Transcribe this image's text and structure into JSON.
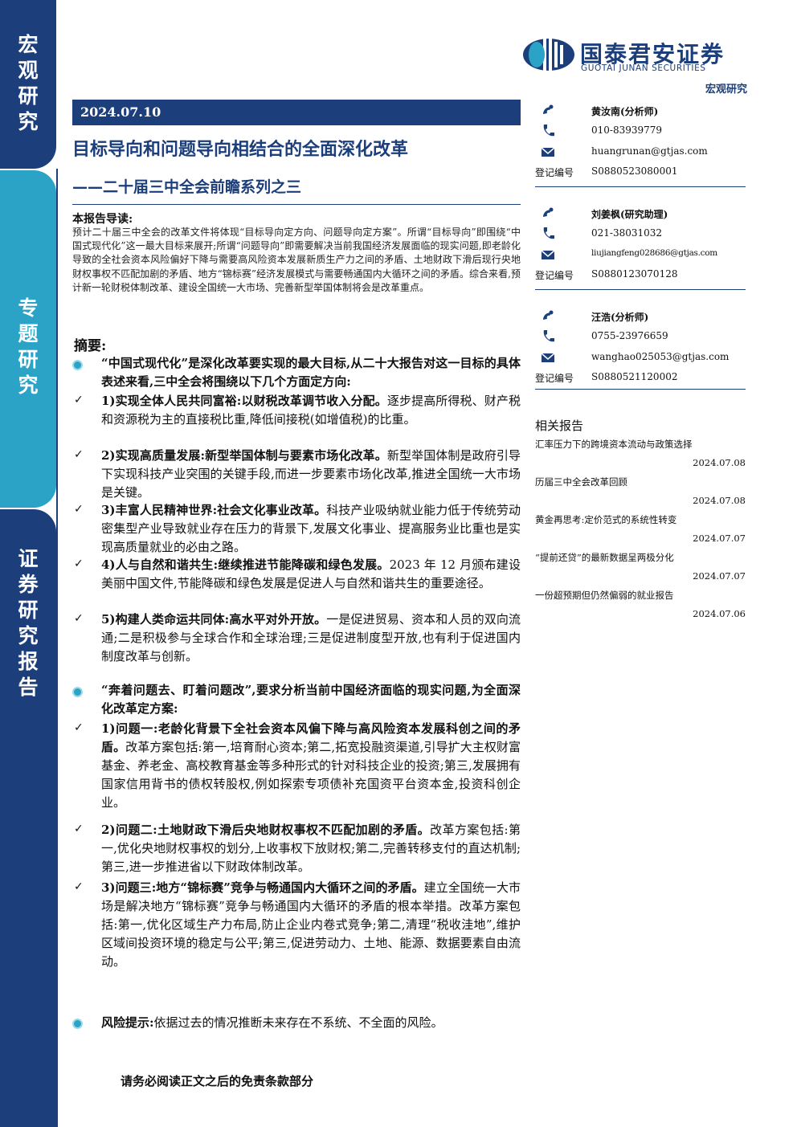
{
  "side": {
    "band1": [
      "宏",
      "观",
      "研",
      "究"
    ],
    "band2": [
      "专",
      "题",
      "研",
      "究"
    ],
    "band3": [
      "证",
      "券",
      "研",
      "究",
      "报",
      "告"
    ]
  },
  "logo": {
    "cn": "国泰君安证券",
    "en": "GUOTAI JUNAN SECURITIES"
  },
  "category_tag": "宏观研究",
  "date": "2024.07.10",
  "title": "目标导向和问题导向相结合的全面深化改革",
  "subtitle": "——二十届三中全会前瞻系列之三",
  "guide": {
    "heading": "本报告导读:",
    "text": "预计二十届三中全会的改革文件将体现“目标导向定方向、问题导向定方案”。所谓“目标导向”即围绕“中国式现代化”这一最大目标来展开;所谓“问题导向”即需要解决当前我国经济发展面临的现实问题,即老龄化导致的全社会资本风险偏好下降与需要高风险资本发展新质生产力之间的矛盾、土地财政下滑后现行央地财权事权不匹配加剧的矛盾、地方“锦标赛”经济发展模式与需要畅通国内大循环之间的矛盾。综合来看,预计新一轮财税体制改革、建设全国统一大市场、完善新型举国体制将会是改革重点。"
  },
  "summary": {
    "heading": "摘要:",
    "section1": {
      "lead": "“中国式现代化”是深化改革要实现的最大目标,从二十大报告对这一目标的具体表述来看,三中全会将围绕以下几个方面定方向:",
      "items": [
        {
          "bold": "1)实现全体人民共同富裕:以财税改革调节收入分配。",
          "text": "逐步提高所得税、财产税和资源税为主的直接税比重,降低间接税(如增值税)的比重。"
        },
        {
          "bold": "2)实现高质量发展:新型举国体制与要素市场化改革。",
          "text": "新型举国体制是政府引导下实现科技产业突围的关键手段,而进一步要素市场化改革,推进全国统一大市场是关键。"
        },
        {
          "bold": "3)丰富人民精神世界:社会文化事业改革。",
          "text": "科技产业吸纳就业能力低于传统劳动密集型产业导致就业存在压力的背景下,发展文化事业、提高服务业比重也是实现高质量就业的必由之路。"
        },
        {
          "bold": "4)人与自然和谐共生:继续推进节能降碳和绿色发展。",
          "text": "2023 年 12 月颁布建设美丽中国文件,节能降碳和绿色发展是促进人与自然和谐共生的重要途径。"
        },
        {
          "bold": "5)构建人类命运共同体:高水平对外开放。",
          "text": "一是促进贸易、资本和人员的双向流通;二是积极参与全球合作和全球治理;三是促进制度型开放,也有利于促进国内制度改革与创新。"
        }
      ]
    },
    "section2": {
      "lead": "“奔着问题去、盯着问题改”,要求分析当前中国经济面临的现实问题,为全面深化改革定方案:",
      "items": [
        {
          "bold": "1)问题一:老龄化背景下全社会资本风偏下降与高风险资本发展科创之间的矛盾。",
          "text": "改革方案包括:第一,培育耐心资本;第二,拓宽投融资渠道,引导扩大主权财富基金、养老金、高校教育基金等多种形式的针对科技企业的投资;第三,发展拥有国家信用背书的债权转股权,例如探索专项债补充国资平台资本金,投资科创企业。"
        },
        {
          "bold": "2)问题二:土地财政下滑后央地财权事权不匹配加剧的矛盾。",
          "text": "改革方案包括:第一,优化央地财权事权的划分,上收事权下放财权;第二,完善转移支付的直达机制;第三,进一步推进省以下财政体制改革。"
        },
        {
          "bold": "3)问题三:地方“锦标赛”竞争与畅通国内大循环之间的矛盾。",
          "text": "建立全国统一大市场是解决地方“锦标赛”竞争与畅通国内大循环的矛盾的根本举措。改革方案包括:第一,优化区域生产力布局,防止企业内卷式竞争;第二,清理“税收洼地”,维护区域间投资环境的稳定与公平;第三,促进劳动力、土地、能源、数据要素自由流动。"
        }
      ]
    },
    "risk": {
      "bold": "风险提示:",
      "text": "依据过去的情况推断未来存在不系统、不全面的风险。"
    }
  },
  "footer_note": "请务必阅读正文之后的免责条款部分",
  "analysts": [
    {
      "name": "黄汝南(分析师)",
      "phone": "010-83939779",
      "email": "huangrunan@gtjas.com",
      "reg_label": "登记编号",
      "reg": "S0880523080001"
    },
    {
      "name": "刘姜枫(研究助理)",
      "phone": "021-38031032",
      "email": "liujiangfeng028686@gtjas.com",
      "reg_label": "登记编号",
      "reg": "S0880123070128"
    },
    {
      "name": "汪浩(分析师)",
      "phone": "0755-23976659",
      "email": "wanghao025053@gtjas.com",
      "reg_label": "登记编号",
      "reg": "S0880521120002"
    }
  ],
  "related": {
    "heading": "相关报告",
    "items": [
      {
        "title": "汇率压力下的跨境资本流动与政策选择",
        "date": "2024.07.08"
      },
      {
        "title": "历届三中全会改革回顾",
        "date": "2024.07.08"
      },
      {
        "title": "黄金再思考:定价范式的系统性转变",
        "date": "2024.07.07"
      },
      {
        "title": "“提前还贷”的最新数据呈两极分化",
        "date": "2024.07.07"
      },
      {
        "title": "一份超预期但仍然偏弱的就业报告",
        "date": "2024.07.06"
      }
    ]
  },
  "colors": {
    "navy": "#1c3f7c",
    "cyan": "#2aa3c6"
  },
  "icons": [
    "hand-icon",
    "phone-icon",
    "mail-icon",
    "check-icon",
    "bullet-dot-icon"
  ]
}
